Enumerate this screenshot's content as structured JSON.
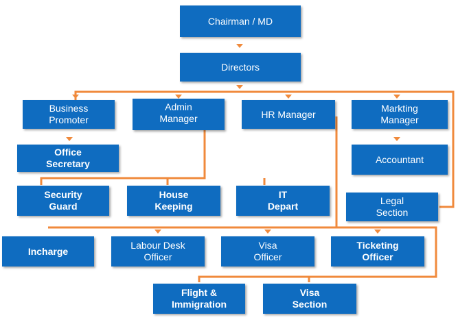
{
  "colors": {
    "box": "#0f6cc0",
    "connector": "#f08a3c",
    "text": "#ffffff"
  },
  "nodes": {
    "chairman": "Chairman / MD",
    "directors": "Directors",
    "business_promoter": "Business\nPromoter",
    "admin_manager": "Admin\nManager",
    "hr_manager": "HR Manager",
    "marketing_manager": "Markting\nManager",
    "office_secretary": "Office\nSecretary",
    "accountant": "Accountant",
    "security_guard": "Security\nGuard",
    "house_keeping": "House\nKeeping",
    "it_depart": "IT\nDepart",
    "legal_section": "Legal\nSection",
    "incharge": "Incharge",
    "labour_desk_officer": "Labour Desk\nOfficer",
    "visa_officer": "Visa\nOfficer",
    "ticketing_officer": "Ticketing\nOfficer",
    "flight_immigration": "Flight &\nImmigration",
    "visa_section": "Visa\nSection"
  }
}
